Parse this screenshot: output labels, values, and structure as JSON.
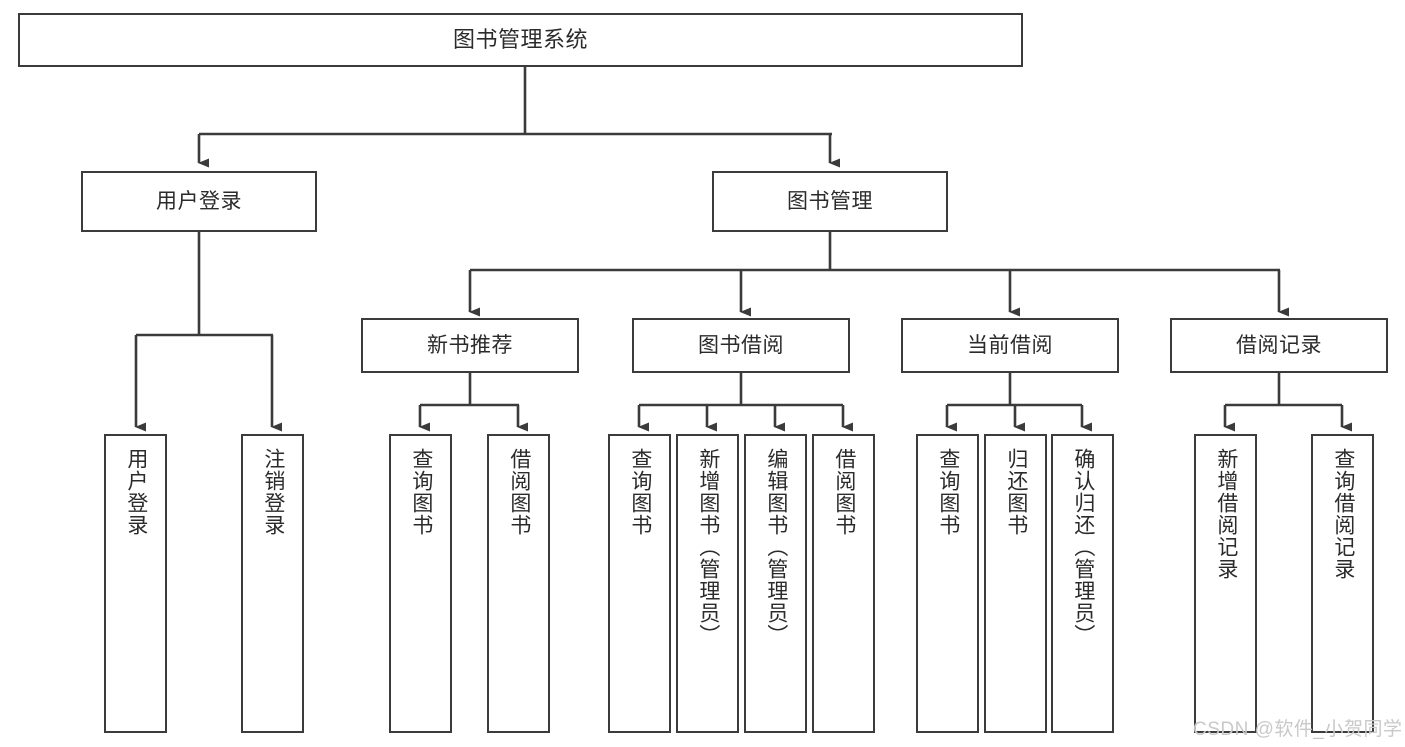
{
  "diagram": {
    "title": "图书管理系统",
    "type": "hierarchy-tree",
    "colors": {
      "box_border": "#3b3b3b",
      "box_fill": "#ffffff",
      "text": "#2b2b2b",
      "connector": "#3b3b3b",
      "watermark": "#c9c9c9"
    },
    "nodes": {
      "root": {
        "label": "图书管理系统"
      },
      "level2": [
        {
          "label": "用户登录"
        },
        {
          "label": "图书管理"
        }
      ],
      "level3": [
        {
          "label": "新书推荐"
        },
        {
          "label": "图书借阅"
        },
        {
          "label": "当前借阅"
        },
        {
          "label": "借阅记录"
        }
      ],
      "leaves": {
        "user_login": [
          {
            "label": "用户登录"
          },
          {
            "label": "注销登录"
          }
        ],
        "new_book_recommend": [
          {
            "label": "查询图书"
          },
          {
            "label": "借阅图书"
          }
        ],
        "book_borrow": [
          {
            "label": "查询图书"
          },
          {
            "label": "新增图书（管理员）"
          },
          {
            "label": "编辑图书（管理员）"
          },
          {
            "label": "借阅图书"
          }
        ],
        "current_borrow": [
          {
            "label": "查询图书"
          },
          {
            "label": "归还图书"
          },
          {
            "label": "确认归还（管理员）"
          }
        ],
        "borrow_record": [
          {
            "label": "新增借阅记录"
          },
          {
            "label": "查询借阅记录"
          }
        ]
      }
    },
    "watermark": "CSDN @软件_小贺同学"
  }
}
